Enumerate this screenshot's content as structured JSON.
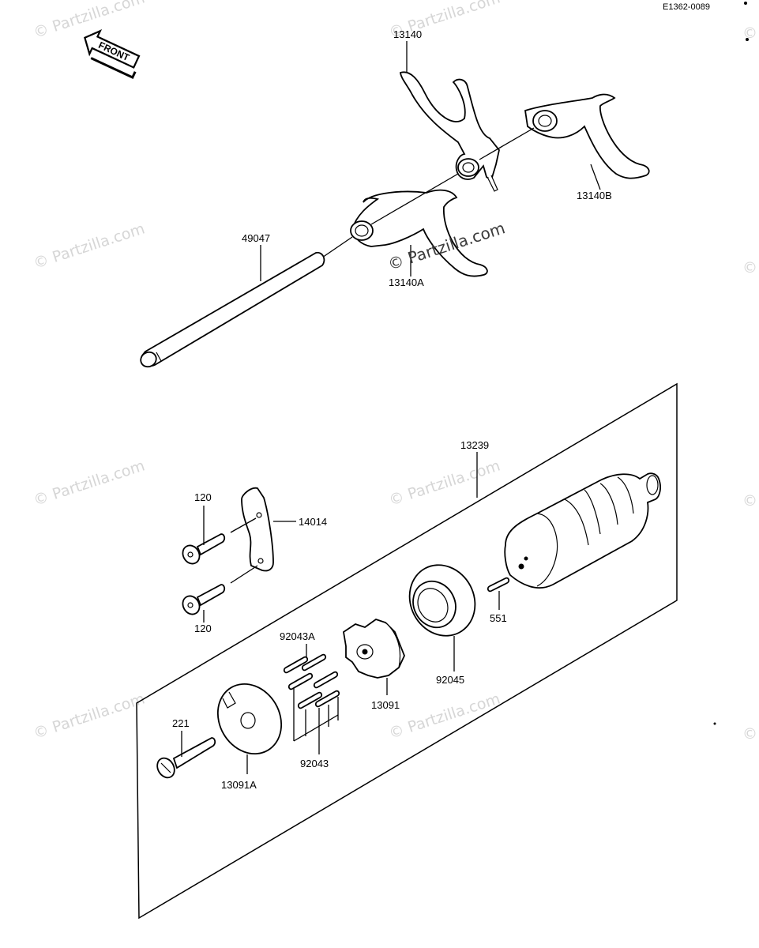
{
  "diagram_code": "E1362-0089",
  "front_arrow": {
    "label": "FRONT",
    "icon": "front-arrow-icon"
  },
  "watermark": {
    "text": "© Partzilla.com"
  },
  "parts": {
    "p13140": "13140",
    "p13140B": "13140B",
    "p13140A": "13140A",
    "p49047": "49047",
    "p13239": "13239",
    "p120a": "120",
    "p120b": "120",
    "p14014": "14014",
    "p92043A": "92043A",
    "p551": "551",
    "p92045": "92045",
    "p13091": "13091",
    "p221": "221",
    "p13091A": "13091A",
    "p92043": "92043"
  }
}
